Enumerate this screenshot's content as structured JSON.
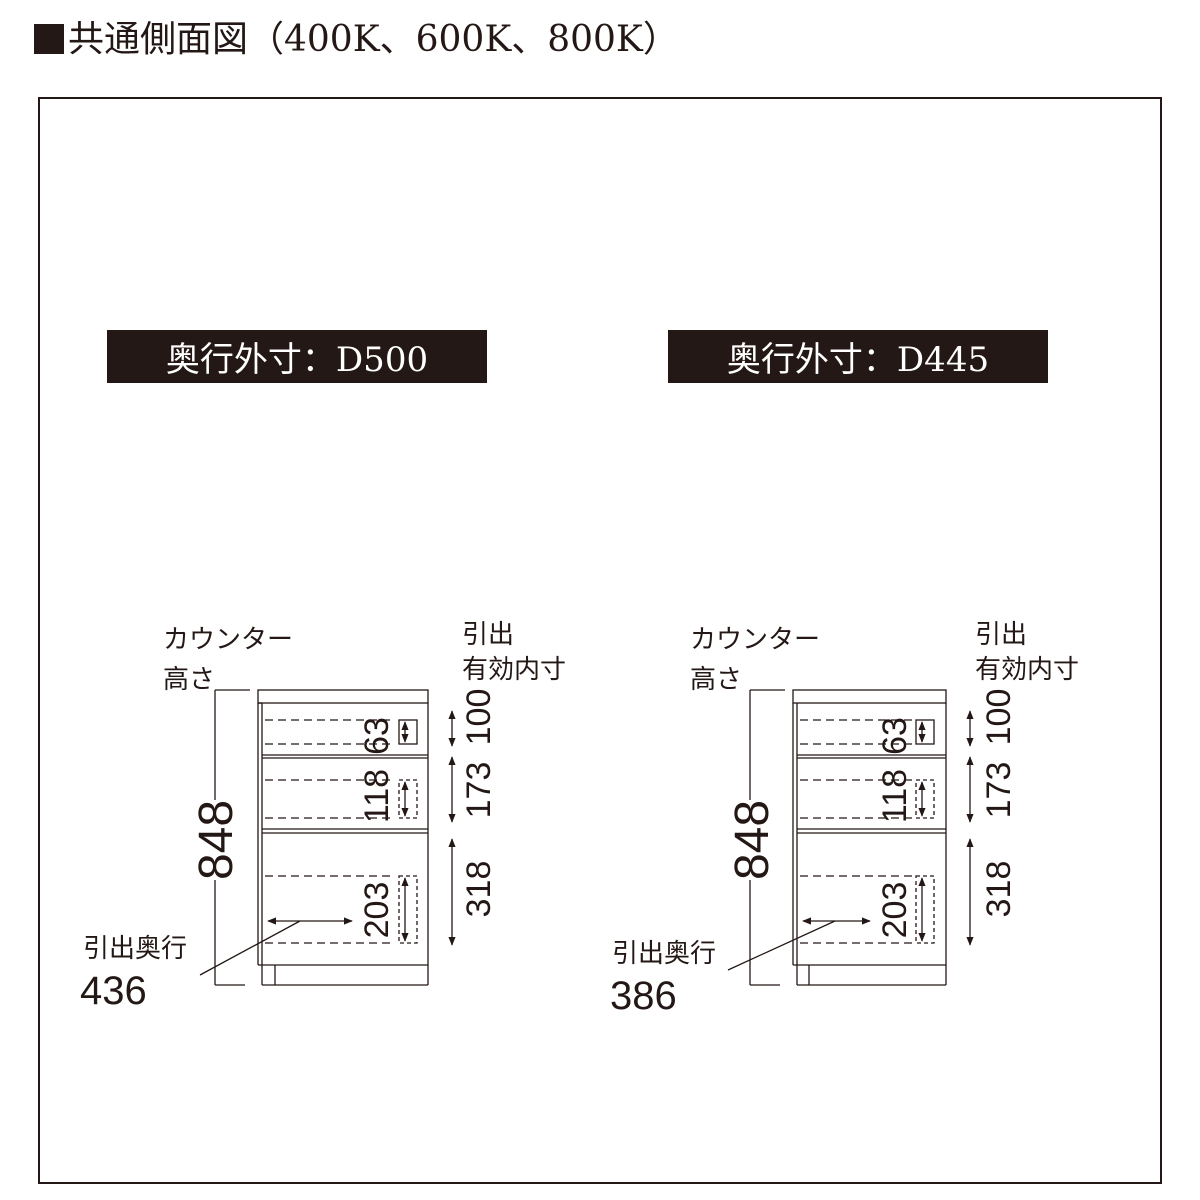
{
  "header": {
    "title": "共通側面図（400K、600K、800K）"
  },
  "panels": [
    {
      "depth_label": "奥行外寸：D500",
      "counter_label_line1": "カウンター",
      "counter_label_line2": "高さ",
      "counter_height": "848",
      "drawer_label_line1": "引出",
      "drawer_label_line2": "有効内寸",
      "dim_top": "100",
      "dim_mid": "173",
      "dim_bottom": "318",
      "inner_top": "63",
      "inner_mid": "118",
      "inner_bottom": "203",
      "pull_depth_label": "引出奥行",
      "pull_depth_value": "436"
    },
    {
      "depth_label": "奥行外寸：D445",
      "counter_label_line1": "カウンター",
      "counter_label_line2": "高さ",
      "counter_height": "848",
      "drawer_label_line1": "引出",
      "drawer_label_line2": "有効内寸",
      "dim_top": "100",
      "dim_mid": "173",
      "dim_bottom": "318",
      "inner_top": "63",
      "inner_mid": "118",
      "inner_bottom": "203",
      "pull_depth_label": "引出奥行",
      "pull_depth_value": "386"
    }
  ]
}
